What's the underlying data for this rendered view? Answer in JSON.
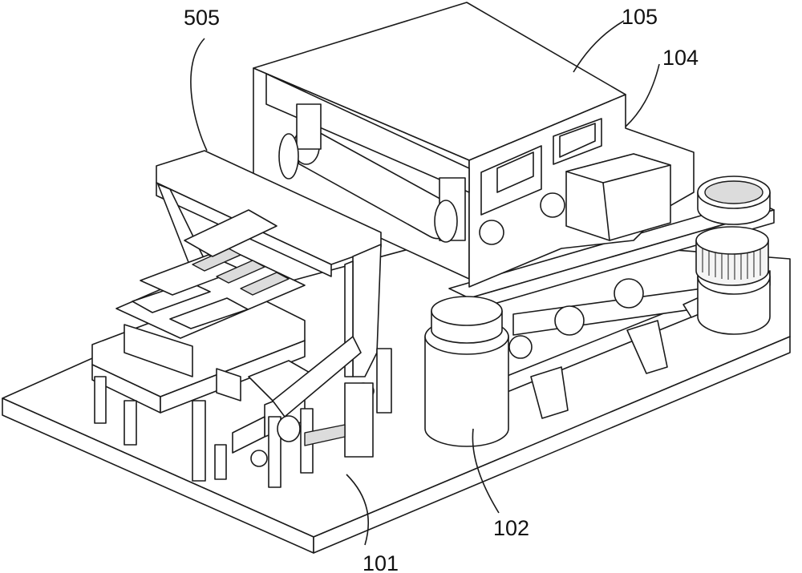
{
  "labels": {
    "l505": "505",
    "l105": "105",
    "l104": "104",
    "l102": "102",
    "l101": "101"
  }
}
